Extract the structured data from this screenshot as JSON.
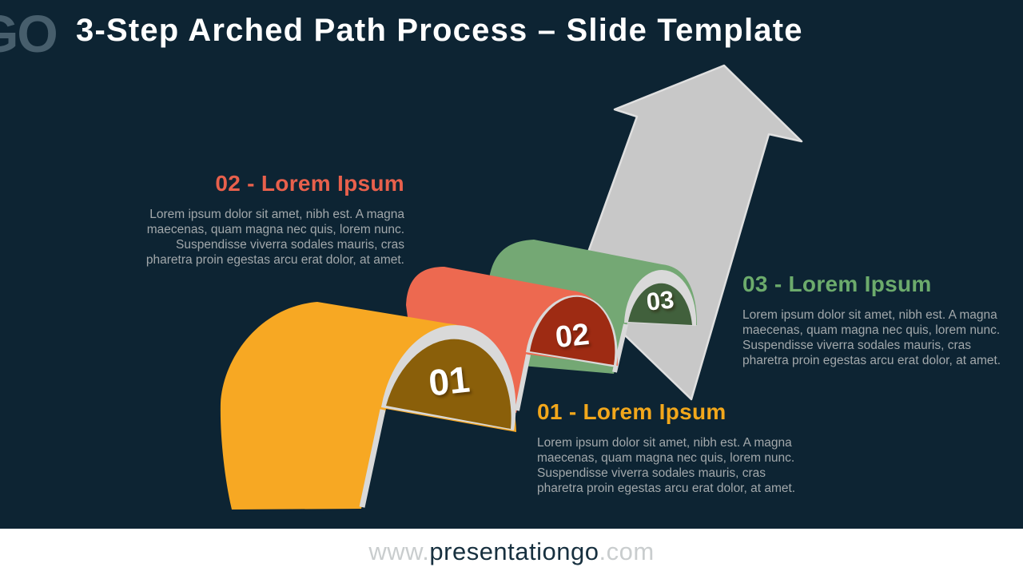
{
  "slide": {
    "logo": "GO",
    "title": "3-Step Arched Path Process – Slide Template",
    "background_color": "#0d2433",
    "arrow_color": "#c8c8c8",
    "rim_color": "#d9d9d9",
    "title_color": "#ffffff",
    "body_text_color": "#a2a8ab"
  },
  "steps": [
    {
      "number": "01",
      "heading": "01 - Lorem Ipsum",
      "accent": "#f2a71b",
      "outer_color": "#f7a823",
      "face_color": "#8a5f0a",
      "body_lines": [
        "Lorem ipsum dolor sit amet, nibh est. A magna",
        "maecenas, quam magna nec quis, lorem nunc.",
        "Suspendisse viverra sodales mauris, cras",
        "pharetra proin egestas arcu erat dolor, at amet."
      ]
    },
    {
      "number": "02",
      "heading": "02 - Lorem Ipsum",
      "accent": "#e8604c",
      "outer_color": "#ed6950",
      "face_color": "#9e2b13",
      "body_lines": [
        "Lorem ipsum dolor sit amet, nibh est. A magna",
        "maecenas, quam magna nec quis, lorem nunc.",
        "Suspendisse viverra sodales mauris, cras",
        "pharetra proin egestas arcu erat dolor, at amet."
      ]
    },
    {
      "number": "03",
      "heading": "03 - Lorem Ipsum",
      "accent": "#6cab6c",
      "outer_color": "#74a874",
      "face_color": "#41603c",
      "body_lines": [
        "Lorem ipsum dolor sit amet, nibh est. A magna",
        "maecenas, quam magna nec quis, lorem nunc.",
        "Suspendisse viverra sodales mauris, cras",
        "pharetra proin egestas arcu erat dolor, at amet."
      ]
    }
  ],
  "footer": {
    "www": "www.",
    "brand": "presentationgo",
    "com": ".com"
  }
}
